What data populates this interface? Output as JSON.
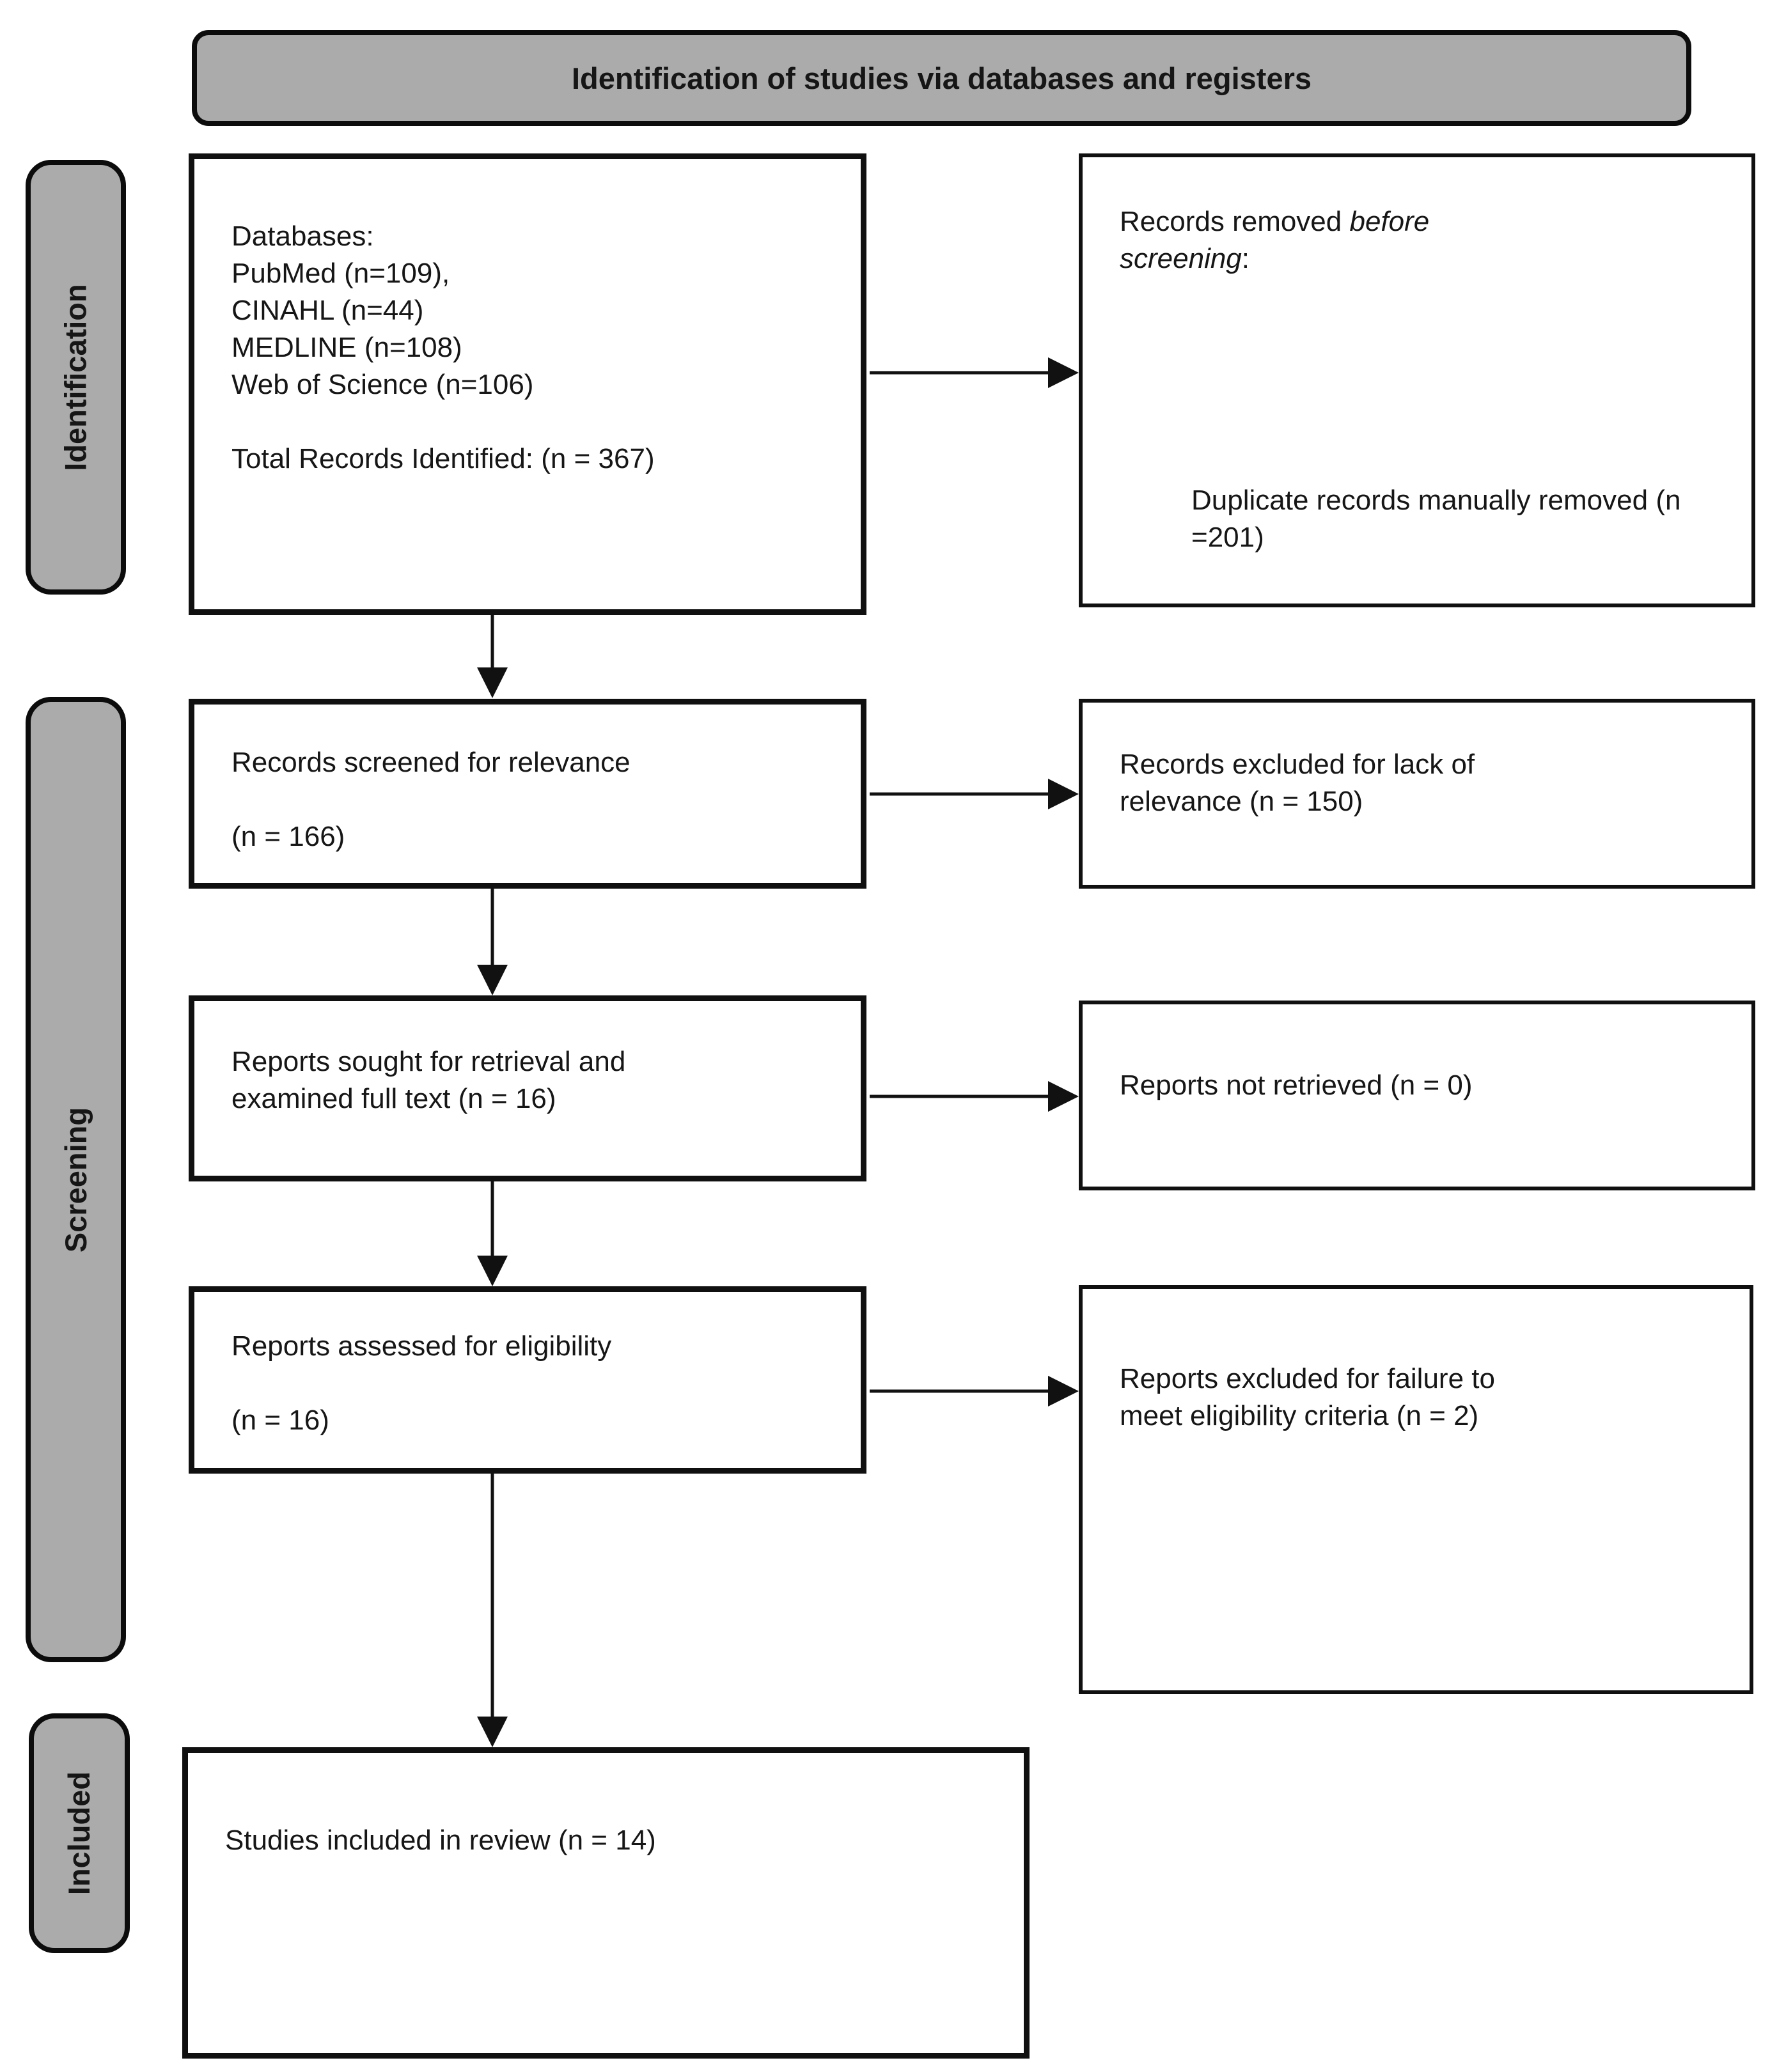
{
  "title": "Identification of studies via databases and registers",
  "sidebar": {
    "identification": "Identification",
    "screening": "Screening",
    "included": "Included"
  },
  "boxes": {
    "identified": {
      "lines": [
        "Databases:",
        "PubMed (n=109),",
        "CINAHL (n=44)",
        "MEDLINE (n=108)",
        "Web of Science (n=106)",
        "",
        "Total Records Identified: (n = 367)"
      ]
    },
    "screened": {
      "line1": "Records screened for relevance",
      "line2": "(n = 166)"
    },
    "sought": {
      "line1": "Reports sought for retrieval and",
      "line2": "examined full text (n = 16)"
    },
    "assessed": {
      "line1": "Reports assessed for eligibility",
      "line2": "(n = 16)"
    },
    "included": {
      "line1": "Studies included in review (n = 14)"
    },
    "removed": {
      "prefix": "Records removed ",
      "italic_line1": "before",
      "italic_line2": "screening",
      "suffix": ":",
      "detail": "Duplicate records manually removed (n =201)"
    },
    "excluded_relevance": {
      "line1": "Records excluded for lack of",
      "line2": "relevance (n = 150)"
    },
    "not_retrieved": {
      "line1": "Reports not retrieved (n = 0)"
    },
    "excluded_eligibility": {
      "line1": "Reports excluded for failure to",
      "line2": "meet eligibility criteria (n = 2)"
    }
  },
  "colors": {
    "band_fill": "#ababab",
    "line_color": "#111111"
  }
}
